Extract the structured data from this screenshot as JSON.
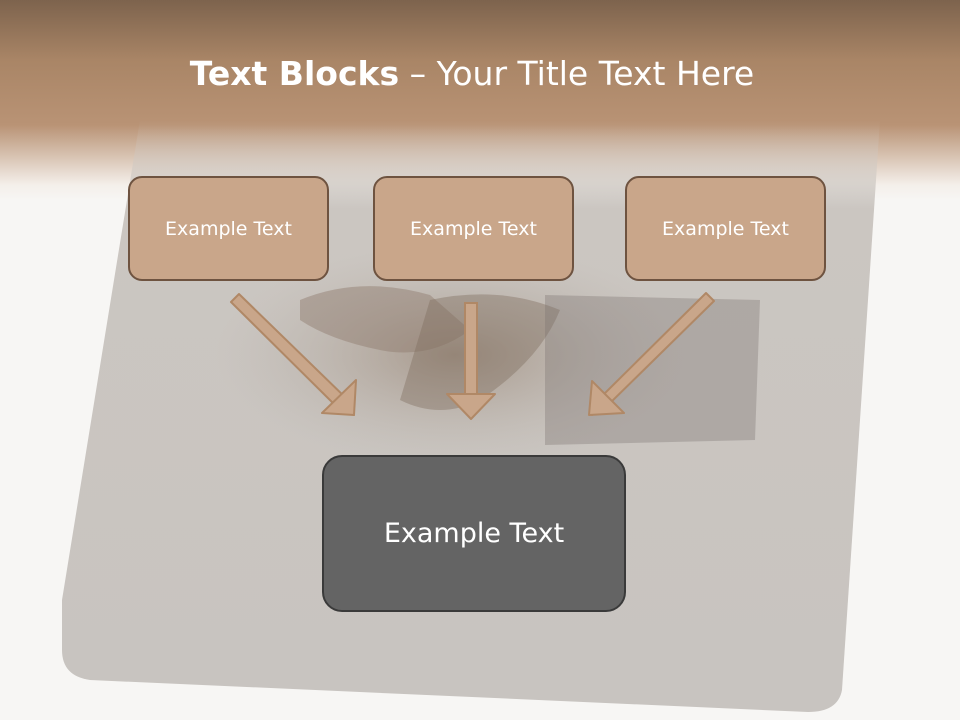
{
  "slide": {
    "title_bold": "Text Blocks",
    "title_dash": " – ",
    "title_rest": "Your Title Text Here"
  },
  "blocks": {
    "top_left": "Example Text",
    "top_middle": "Example Text",
    "top_right": "Example Text",
    "center": "Example Text"
  },
  "colors": {
    "accent_box": "#c9a68a",
    "box_border": "#6e5340",
    "center_box": "#646464",
    "header": "#a98566"
  }
}
